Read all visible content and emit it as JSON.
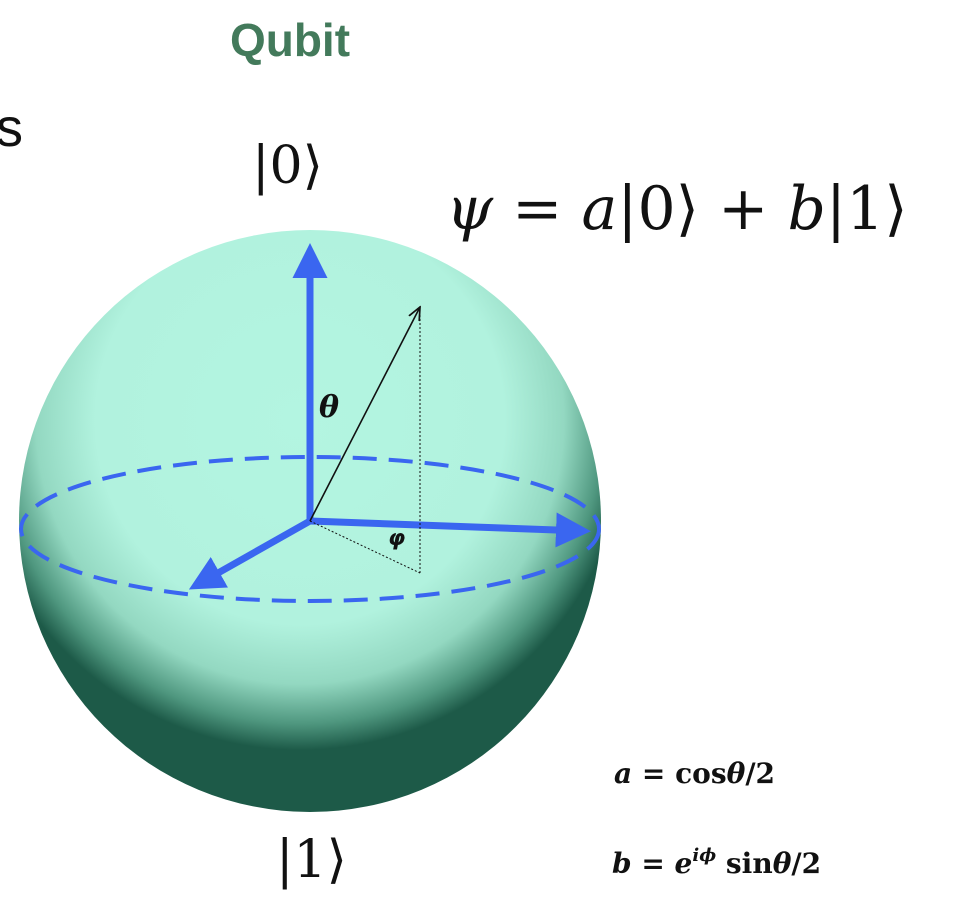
{
  "title": "Qubit",
  "edge_text": "s",
  "ket_zero": "|0⟩",
  "ket_one": "|1⟩",
  "state_equation": {
    "psi": "ψ",
    "equals": " = ",
    "a": "a",
    "ket0": "|0⟩",
    "plus": " + ",
    "b": "b",
    "ket1": "|1⟩"
  },
  "angle_theta": "θ",
  "angle_phi": "φ",
  "coefficient_a": {
    "var": "a",
    "equals": " = ",
    "expr": "cos",
    "theta": "θ",
    "rest": "/2"
  },
  "coefficient_b": {
    "var": "b",
    "equals": " = ",
    "e": "e",
    "exponent": "iϕ",
    "expr": " sin",
    "theta": "θ",
    "rest": "/2"
  },
  "colors": {
    "title": "#437a5b",
    "axis_arrow": "#3a66f0",
    "equator_dash": "#3a66f0",
    "sphere_light": "#b3f5e1",
    "sphere_shadow": "#1d5a48",
    "state_vector": "#111111"
  }
}
